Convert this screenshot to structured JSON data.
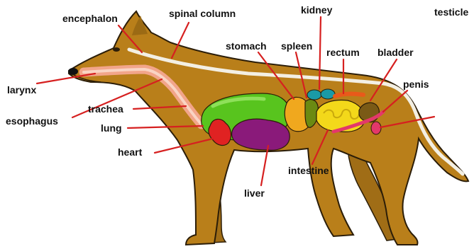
{
  "diagram": {
    "subject": "dog anatomy",
    "colors": {
      "body": "#b97f1a",
      "body_outline": "#2b1d08",
      "leader_line": "#d62020",
      "label_text": "#111111",
      "spinal_column": "#f3efe3",
      "esophagus_trachea": "#f2a58a",
      "lung": "#58c41e",
      "heart": "#e02222",
      "liver": "#8a1a7a",
      "stomach": "#f0a81e",
      "spleen": "#6b8a12",
      "kidney": "#1a9aa6",
      "intestine": "#f3d81a",
      "rectum": "#e85a1a",
      "bladder": "#7a5a16",
      "penis_testicle": "#e3386a"
    },
    "labels": {
      "encephalon": "encephalon",
      "spinal_column": "spinal column",
      "kidney": "kidney",
      "testicle": "testicle",
      "stomach": "stomach",
      "spleen": "spleen",
      "rectum": "rectum",
      "bladder": "bladder",
      "penis": "penis",
      "larynx": "larynx",
      "trachea": "trachea",
      "esophagus": "esophagus",
      "lung": "lung",
      "heart": "heart",
      "liver": "liver",
      "intestine": "intestine"
    }
  }
}
